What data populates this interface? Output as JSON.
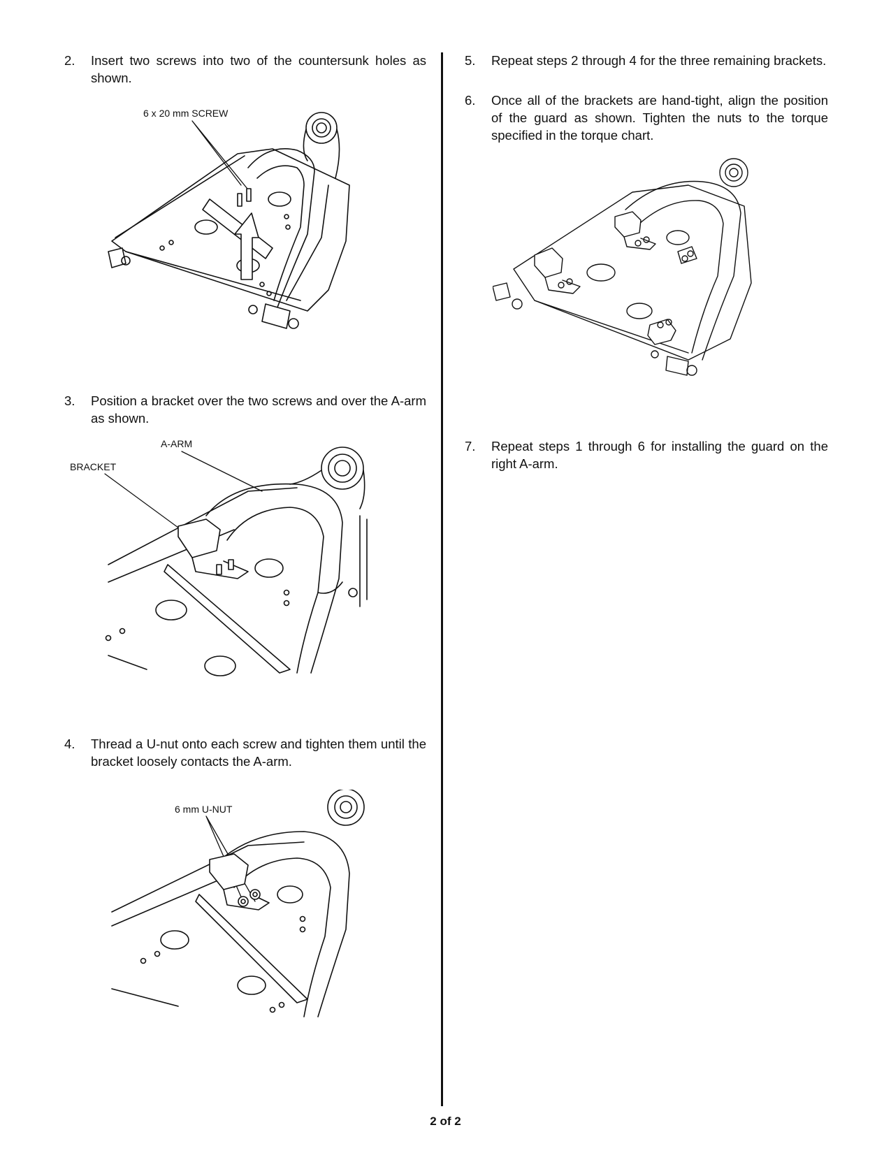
{
  "steps": [
    {
      "number": "2.",
      "text": "Insert two screws into two of the countersunk holes as shown."
    },
    {
      "number": "3.",
      "text": "Position a bracket over the two screws and over the A-arm as shown."
    },
    {
      "number": "4.",
      "text": "Thread a U-nut onto each screw and tighten them until the bracket loosely contacts the A-arm."
    },
    {
      "number": "5.",
      "text": "Repeat steps 2 through 4 for the three remaining brackets."
    },
    {
      "number": "6.",
      "text": "Once all of the brackets are hand-tight, align the position of the guard as shown. Tighten the nuts to the torque specified in the torque chart."
    },
    {
      "number": "7.",
      "text": "Repeat steps 1 through 6 for installing the guard on the right A-arm."
    }
  ],
  "figures": {
    "fig2": {
      "callout": "6 x 20 mm SCREW"
    },
    "fig3": {
      "callout_arm": "A-ARM",
      "callout_bracket": "BRACKET"
    },
    "fig4": {
      "callout": "6 mm U-NUT"
    }
  },
  "footer": {
    "page": "2 of 2"
  }
}
